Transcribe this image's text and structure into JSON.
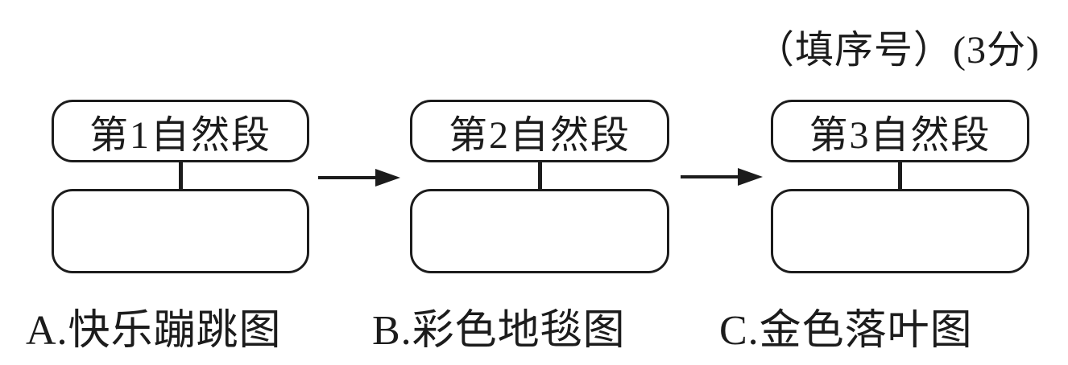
{
  "header": {
    "note": "（填序号）(3分)"
  },
  "flowchart": {
    "nodes": [
      {
        "label": "第1自然段",
        "answer": ""
      },
      {
        "label": "第2自然段",
        "answer": ""
      },
      {
        "label": "第3自然段",
        "answer": ""
      }
    ]
  },
  "options": [
    {
      "label": "A.快乐蹦跳图"
    },
    {
      "label": "B.彩色地毯图"
    },
    {
      "label": "C.金色落叶图"
    }
  ],
  "colors": {
    "ink": "#1c1c1c",
    "background": "#ffffff"
  }
}
